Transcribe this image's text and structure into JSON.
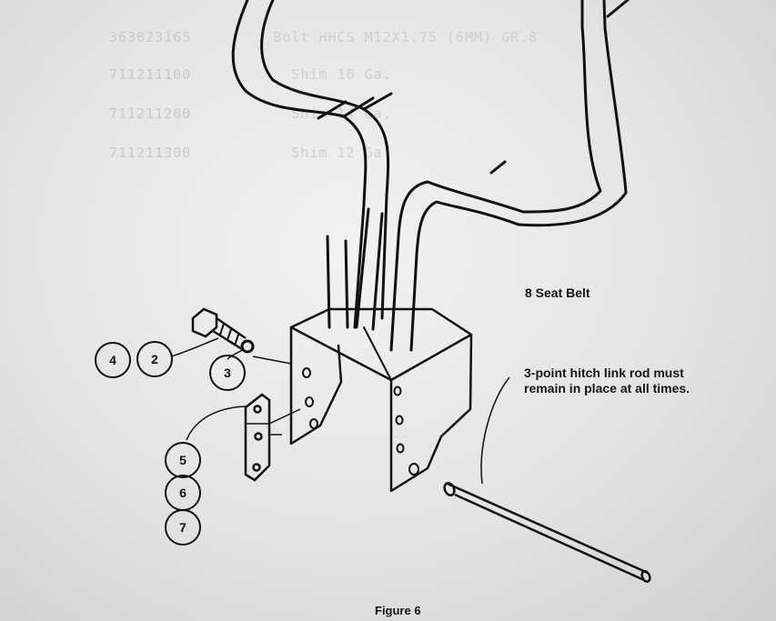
{
  "ghost_table": {
    "rows": [
      {
        "part": "363023165",
        "desc": "Bolt HHCS M12X1.75 (6MM) GR.8"
      },
      {
        "part": "711211100",
        "desc": "Shim 16 Ga."
      },
      {
        "part": "711211200",
        "desc": "Shim 14 Ga."
      },
      {
        "part": "711211300",
        "desc": "Shim 12 Ga."
      }
    ]
  },
  "callouts": [
    {
      "num": "4"
    },
    {
      "num": "2"
    },
    {
      "num": "3"
    },
    {
      "num": "5"
    },
    {
      "num": "6"
    },
    {
      "num": "7"
    }
  ],
  "labels": {
    "seat_belt": "8 Seat Belt",
    "hitch_line1": "3-point hitch link rod must",
    "hitch_line2": "remain in place at all times.",
    "figure": "Figure 6"
  },
  "colors": {
    "ink": "#111111",
    "paper": "#e8e8e8",
    "ghost": "#c9c9c9"
  }
}
